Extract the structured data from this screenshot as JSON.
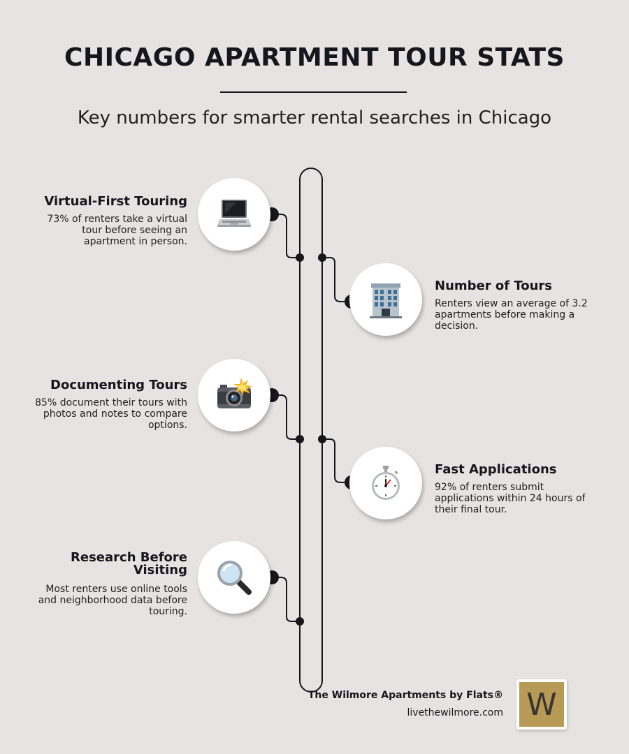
{
  "header": {
    "title": "CHICAGO APARTMENT TOUR STATS",
    "subtitle": "Key numbers for smarter rental searches in Chicago"
  },
  "items": [
    {
      "title": "Virtual-First Touring",
      "description": "73% of renters take a virtual tour before seeing an apartment in person.",
      "icon": "laptop-icon",
      "side": "left"
    },
    {
      "title": "Number of Tours",
      "description": "Renters view an average of 3.2 apartments before making a decision.",
      "icon": "office-building-icon",
      "side": "right"
    },
    {
      "title": "Documenting Tours",
      "description": "85% document their tours with photos and notes to compare options.",
      "icon": "camera-flash-icon",
      "side": "left"
    },
    {
      "title": "Fast Applications",
      "description": "92% of renters submit applications within 24 hours of their final tour.",
      "icon": "stopwatch-icon",
      "side": "right"
    },
    {
      "title": "Research Before Visiting",
      "description": "Most renters use online tools and neighborhood data before touring.",
      "icon": "magnifying-glass-icon",
      "side": "left"
    }
  ],
  "footer": {
    "brand": "The Wilmore Apartments by Flats®",
    "url": "livethewilmore.com",
    "logo_letter": "W"
  },
  "colors": {
    "background": "#e6e3e2",
    "ink": "#16161d",
    "logo_gold": "#b79a55"
  }
}
